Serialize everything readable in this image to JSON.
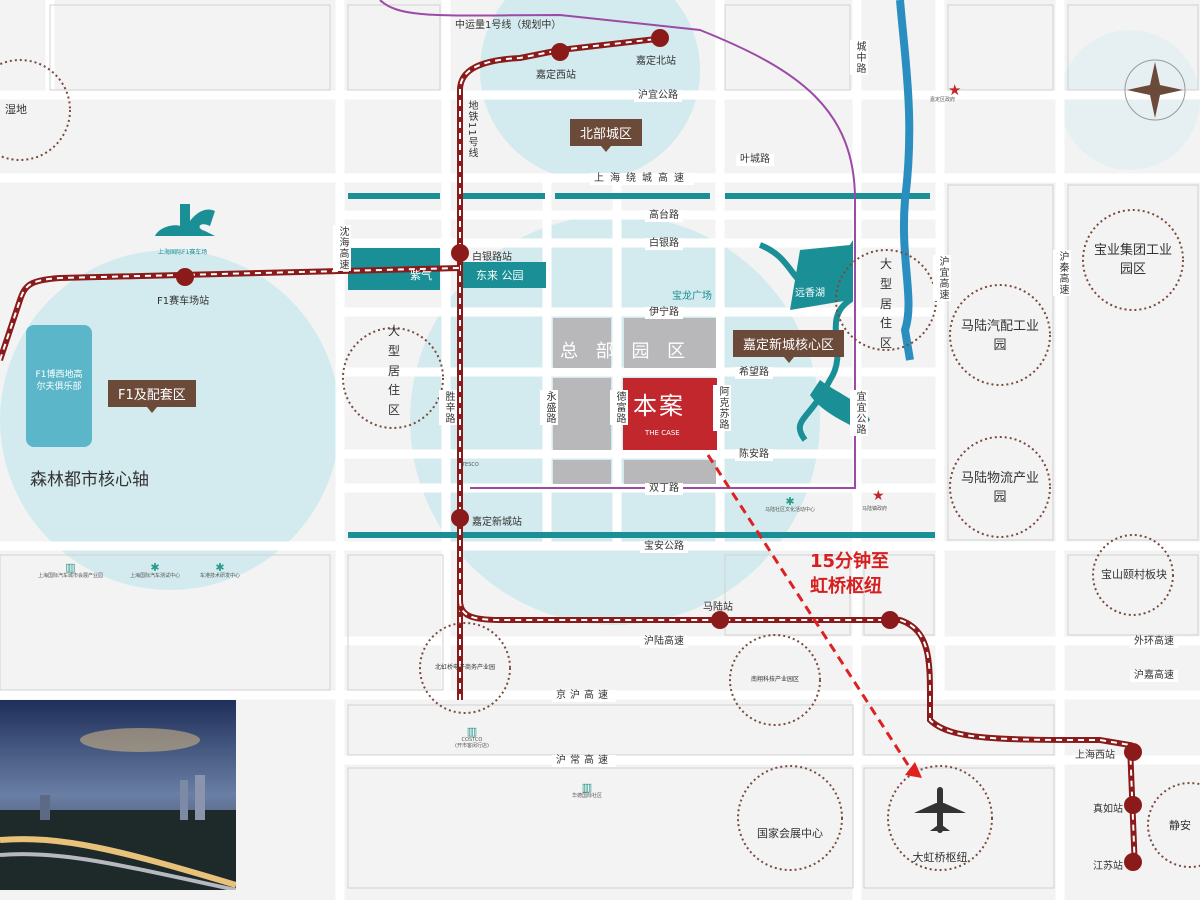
{
  "roads": {
    "huyi": "沪宜公路",
    "yecheng": "叶城路",
    "expressway": "上海绕城高速",
    "gaotai": "高台路",
    "baiyin": "白银路",
    "yining": "伊宁路",
    "xiwang": "希望路",
    "chenan": "陈安路",
    "shuangding": "双丁路",
    "baoan": "宝安公路",
    "hulu": "沪陆高速",
    "jinghu": "京沪高速",
    "huchang": "沪常高速",
    "waihuan": "外环高速",
    "hujia": "沪嘉高速",
    "chengzhong": "城中路",
    "shenhai": "沈海高速",
    "shengxin": "胜辛路",
    "yongsheng": "永盛路",
    "defu": "德富路",
    "akesu": "阿克苏路",
    "yiyi": "宜宜公路",
    "huyi_gs": "沪宜高速",
    "huqin": "沪秦高速"
  },
  "metro": {
    "line11": "地铁11号线",
    "zhongyunliang": "中运量1号线（规划中）",
    "stations": {
      "jiadingxi": "嘉定西站",
      "jiadingbei": "嘉定北站",
      "baiyin": "白银路站",
      "f1": "F1赛车场站",
      "jiadingxincheng": "嘉定新城站",
      "malu": "马陆站",
      "shanghaixi": "上海西站",
      "zhenru": "真如站",
      "jiangsu": "江苏站"
    }
  },
  "zones": {
    "beibu": "北部城区",
    "f1": "F1及配套区",
    "core": "嘉定新城核心区"
  },
  "areas": {
    "zibu": "总部园区",
    "zi": "总 部 园 区",
    "zipark_a": "紫气",
    "zipark_b": "东来 公园",
    "baolong": "宝龙广场",
    "yuanxiang": "远香湖",
    "forest": "森林都市核心轴",
    "f1lake": "F1博西地高尔夫俱乐部",
    "f1race": "上海国际F1赛车场",
    "residential": [
      "大",
      "型",
      "居",
      "住",
      "区"
    ],
    "wetland": "湿地"
  },
  "project": {
    "name": "本案",
    "sub": "THE CASE"
  },
  "callout": {
    "line1": "15分钟至",
    "line2": "虹桥枢纽"
  },
  "circles": {
    "baoye": "宝业集团工业园区",
    "malu_auto": "马陆汽配工业园",
    "malu_logistics": "马陆物流产业园",
    "baoshan": "宝山颐村板块",
    "jingan": "静安",
    "expo": "国家会展中心",
    "hongqiao": "大虹桥枢纽",
    "north_hq": "北虹桥电子商务产业园",
    "nanxiang": "南翔科技产业园区"
  },
  "pois": {
    "costco": "COSTCO",
    "costco_sub": "(开市客闵行店)",
    "auto_city": "上海国际汽车城市会展产业园",
    "auto_test": "上海国际汽车测试中心",
    "tech": "车港技术研发中心",
    "huade": "华德国际社区",
    "gov": "嘉定区政府",
    "malu_gov": "马陆镇政府",
    "culture": "马陆社区文化活动中心",
    "tesco": "TESCO",
    "baolong_sub": "宝龙广场"
  },
  "colors": {
    "road": "#ffffff",
    "background": "#f3f3f4",
    "metro": "#8b1a1a",
    "purple": "#9b4aa5",
    "teal": "#1a8f95",
    "river": "#2a8fc0",
    "highlight": "#c1272d",
    "zone_tag": "#6b4a3a",
    "circle_fill": "#d9eef0"
  }
}
